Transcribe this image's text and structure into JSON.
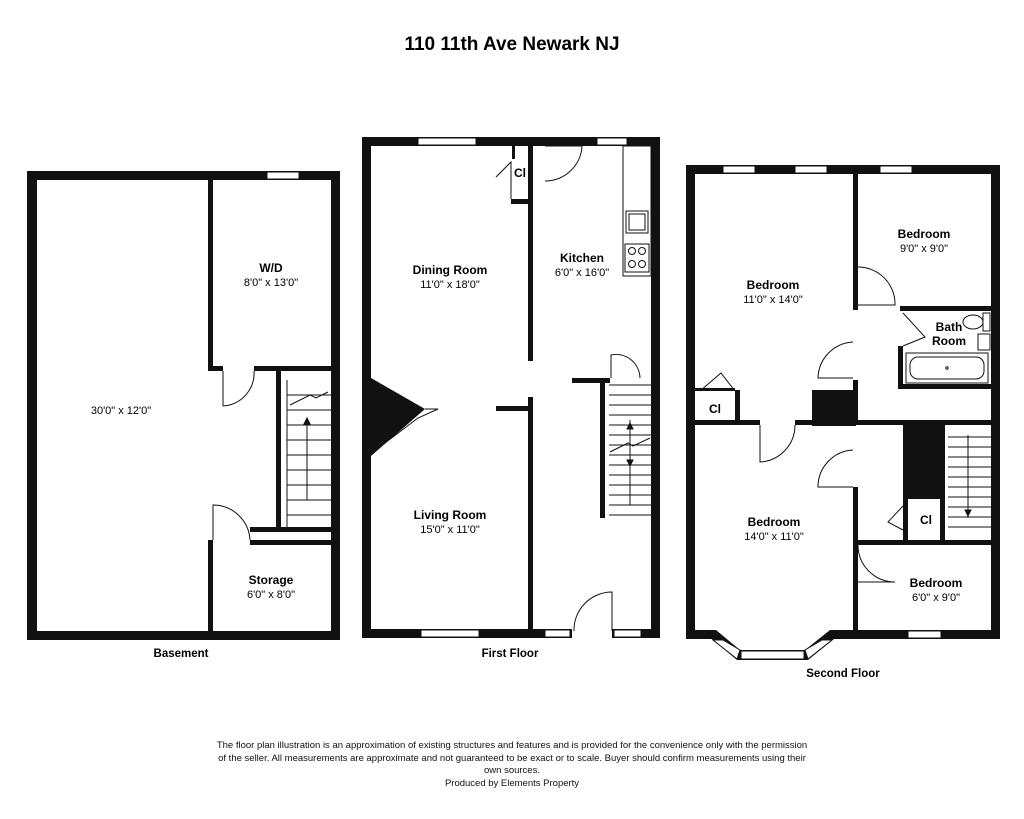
{
  "title": "110 11th Ave Newark NJ",
  "floors": {
    "basement": {
      "label": "Basement",
      "rooms": {
        "main": {
          "dims": "30'0\" x 12'0\""
        },
        "wd": {
          "name": "W/D",
          "dims": "8'0\" x 13'0\""
        },
        "storage": {
          "name": "Storage",
          "dims": "6'0\" x 8'0\""
        }
      }
    },
    "first": {
      "label": "First Floor",
      "rooms": {
        "dining": {
          "name": "Dining Room",
          "dims": "11'0\" x 18'0\""
        },
        "kitchen": {
          "name": "Kitchen",
          "dims": "6'0\" x 16'0\""
        },
        "living": {
          "name": "Living Room",
          "dims": "15'0\" x 11'0\""
        },
        "closet": {
          "name": "Cl"
        }
      }
    },
    "second": {
      "label": "Second Floor",
      "rooms": {
        "bedroom_nw": {
          "name": "Bedroom",
          "dims": "11'0\" x 14'0\""
        },
        "bedroom_ne": {
          "name": "Bedroom",
          "dims": "9'0\" x 9'0\""
        },
        "bath": {
          "name_line1": "Bath",
          "name_line2": "Room"
        },
        "bedroom_sw": {
          "name": "Bedroom",
          "dims": "14'0\" x 11'0\""
        },
        "bedroom_se": {
          "name": "Bedroom",
          "dims": "6'0\" x 9'0\""
        },
        "closet_w": {
          "name": "Cl"
        },
        "closet_e": {
          "name": "Cl"
        }
      }
    }
  },
  "disclaimer": "The floor plan illustration is an approximation of existing structures and features and is provided for the convenience only with the permission of the seller. All measurements are approximate and not guaranteed to be exact or to scale. Buyer should confirm measurements using their own sources.",
  "credit": "Produced by Elements Property"
}
